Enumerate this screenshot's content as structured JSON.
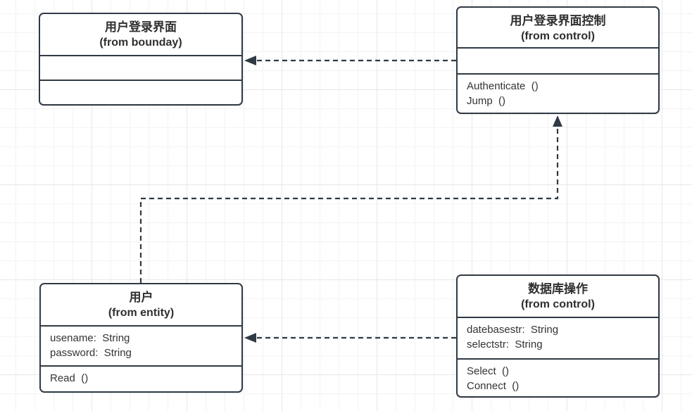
{
  "diagram": {
    "colors": {
      "border": "#303a45",
      "text": "#333333",
      "title_text": "#2f2f2f",
      "canvas_bg": "#ffffff",
      "grid_minor": "#f3f3f3",
      "grid_major": "#e7e7e7"
    },
    "classes": [
      {
        "id": "login-ui",
        "title": "用户登录界面",
        "stereotype": "(from bounday)",
        "attributes": [],
        "methods": []
      },
      {
        "id": "login-ui-control",
        "title": "用户登录界面控制",
        "stereotype": "(from control)",
        "attributes": [],
        "methods": [
          "Authenticate  ()",
          "Jump  ()"
        ]
      },
      {
        "id": "user",
        "title": "用户",
        "stereotype": "(from entity)",
        "attributes": [
          "usename:  String",
          "password:  String"
        ],
        "methods": [
          "Read  ()"
        ]
      },
      {
        "id": "database-ops",
        "title": "数据库操作",
        "stereotype": "(from control)",
        "attributes": [
          "datebasestr:  String",
          "selectstr:  String"
        ],
        "methods": [
          "Select  ()",
          "Connect  ()"
        ]
      }
    ],
    "connectors": [
      {
        "from": "login-ui-control",
        "to": "login-ui",
        "type": "dashed-dependency"
      },
      {
        "from": "user",
        "to": "login-ui-control",
        "type": "dashed-dependency"
      },
      {
        "from": "database-ops",
        "to": "user",
        "type": "dashed-dependency"
      }
    ]
  }
}
